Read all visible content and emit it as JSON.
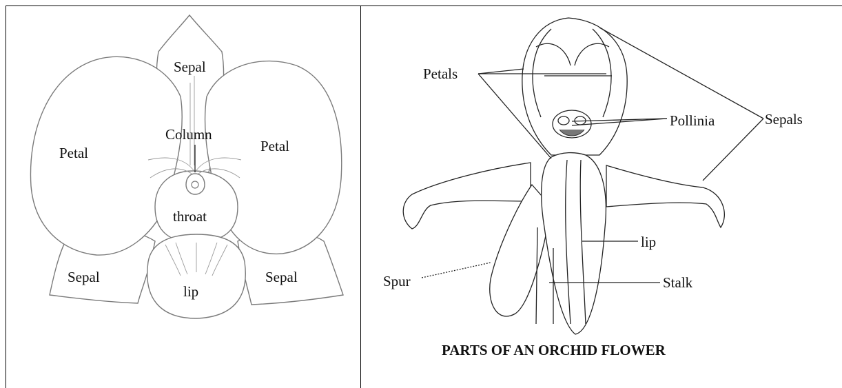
{
  "left_panel": {
    "labels": {
      "sepal_top": "Sepal",
      "petal_left": "Petal",
      "column": "Column",
      "petal_right": "Petal",
      "throat": "throat",
      "sepal_bottom_left": "Sepal",
      "lip": "lip",
      "sepal_bottom_right": "Sepal"
    }
  },
  "right_panel": {
    "labels": {
      "petals": "Petals",
      "pollinia": "Pollinia",
      "sepals": "Sepals",
      "lip": "lip",
      "spur": "Spur",
      "stalk": "Stalk"
    },
    "caption": "PARTS OF AN ORCHID FLOWER"
  }
}
